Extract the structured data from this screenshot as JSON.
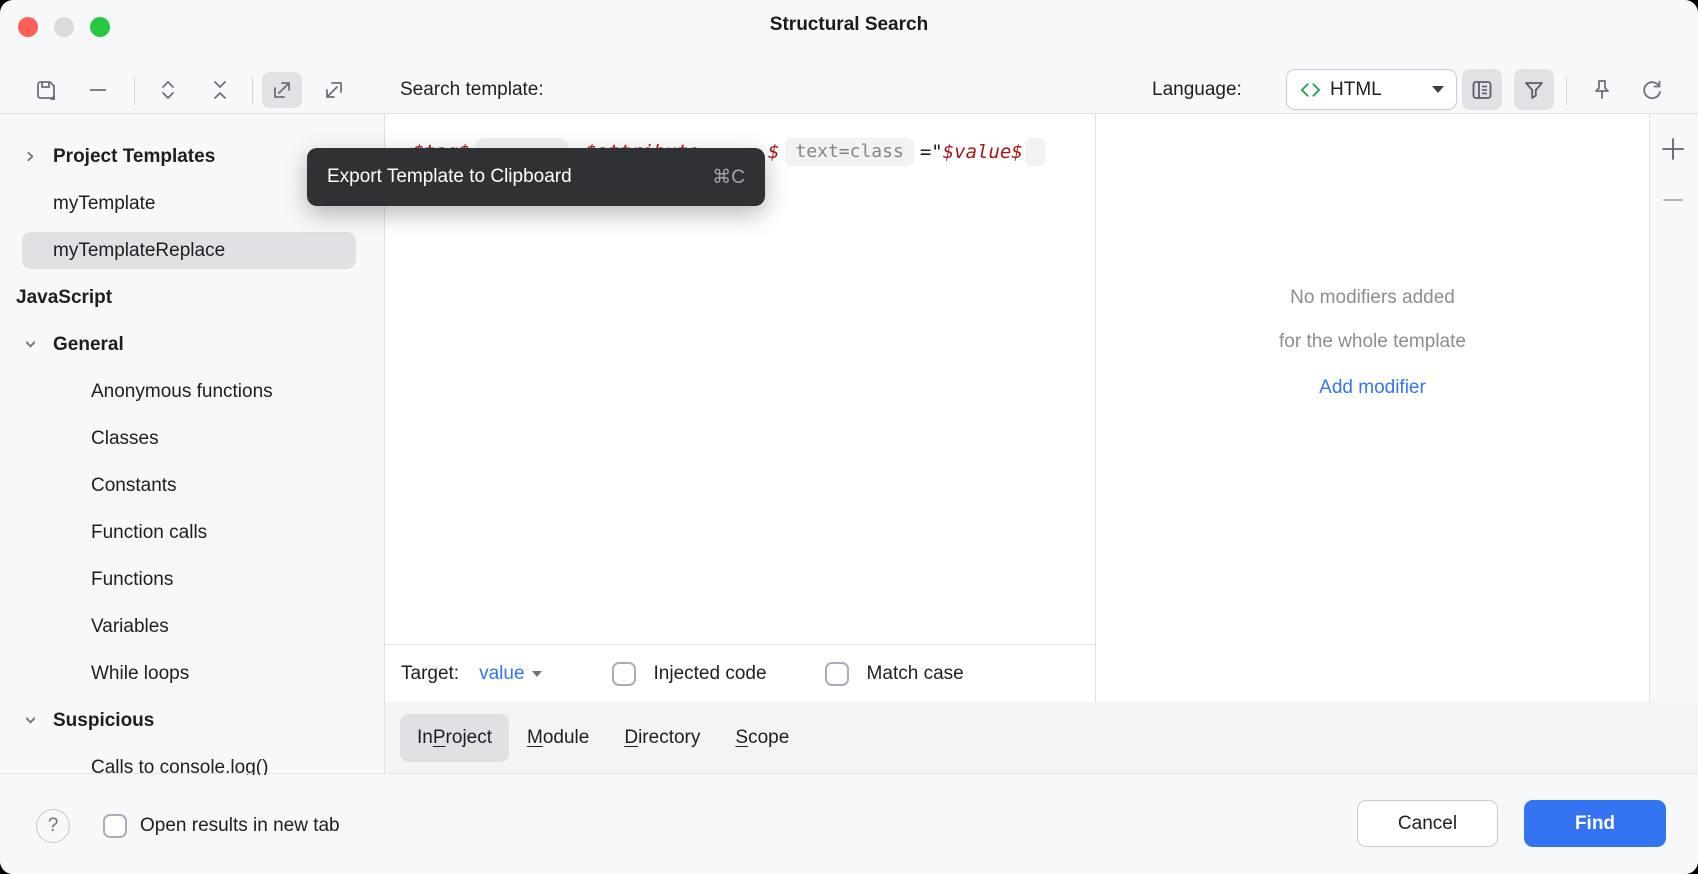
{
  "window": {
    "title": "Structural Search"
  },
  "toolbar": {
    "search_template_label": "Search template:",
    "language_label": "Language:",
    "language_value": "HTML",
    "icons": [
      "save-icon",
      "remove-icon",
      "expand-all-icon",
      "collapse-all-icon",
      "export-icon",
      "import-icon",
      "code-tag-icon",
      "history-panel-icon",
      "filter-icon",
      "pin-icon",
      "reset-icon"
    ]
  },
  "tooltip": {
    "text": "Export Template to Clipboard",
    "shortcut": "⌘C"
  },
  "tree": {
    "items": [
      {
        "label": "Project Templates",
        "bold": true,
        "indent": 1,
        "chevron": "right"
      },
      {
        "label": "myTemplate",
        "indent": 1
      },
      {
        "label": "myTemplateReplace",
        "indent": 1,
        "selected": true
      },
      {
        "label": "JavaScript",
        "bold": true,
        "indent": 0
      },
      {
        "label": "General",
        "bold": true,
        "indent": 1,
        "chevron": "down"
      },
      {
        "label": "Anonymous functions",
        "indent": 2
      },
      {
        "label": "Classes",
        "indent": 2
      },
      {
        "label": "Constants",
        "indent": 2
      },
      {
        "label": "Function calls",
        "indent": 2
      },
      {
        "label": "Functions",
        "indent": 2
      },
      {
        "label": "Variables",
        "indent": 2
      },
      {
        "label": "While loops",
        "indent": 2
      },
      {
        "label": "Suspicious",
        "bold": true,
        "indent": 1,
        "chevron": "down"
      },
      {
        "label": "Calls to console.log()",
        "indent": 2
      }
    ]
  },
  "editor": {
    "hidden_before_hint": "<$tag$",
    "hidden_after_hint": " $attribute",
    "visible_var_end": "$",
    "attr_hint": "text=class",
    "equals": "=\"",
    "value_var": "$value$"
  },
  "modifiers": {
    "line1": "No modifiers added",
    "line2": "for the whole template",
    "add_link": "Add modifier"
  },
  "target": {
    "label": "Target:",
    "value": "value",
    "injected_code_label": "Injected code",
    "match_case_label": "Match case"
  },
  "scope_tabs": [
    {
      "prefix": "In ",
      "mnemonic": "P",
      "suffix": "roject",
      "selected": true
    },
    {
      "prefix": "",
      "mnemonic": "M",
      "suffix": "odule"
    },
    {
      "prefix": "",
      "mnemonic": "D",
      "suffix": "irectory"
    },
    {
      "prefix": "",
      "mnemonic": "S",
      "suffix": "cope"
    }
  ],
  "footer": {
    "help": "?",
    "open_results_label": "Open results in new tab",
    "cancel_label": "Cancel",
    "find_label": "Find"
  },
  "colors": {
    "accent_blue": "#3574F0",
    "template_var_red": "#A31515",
    "selection_gray": "#DFE1E5",
    "tooltip_bg": "#2F3134",
    "panel_bg": "#F7F8FA",
    "traffic_red": "#FF5F57",
    "traffic_green": "#28C840",
    "lang_icon_green": "#20A053"
  }
}
